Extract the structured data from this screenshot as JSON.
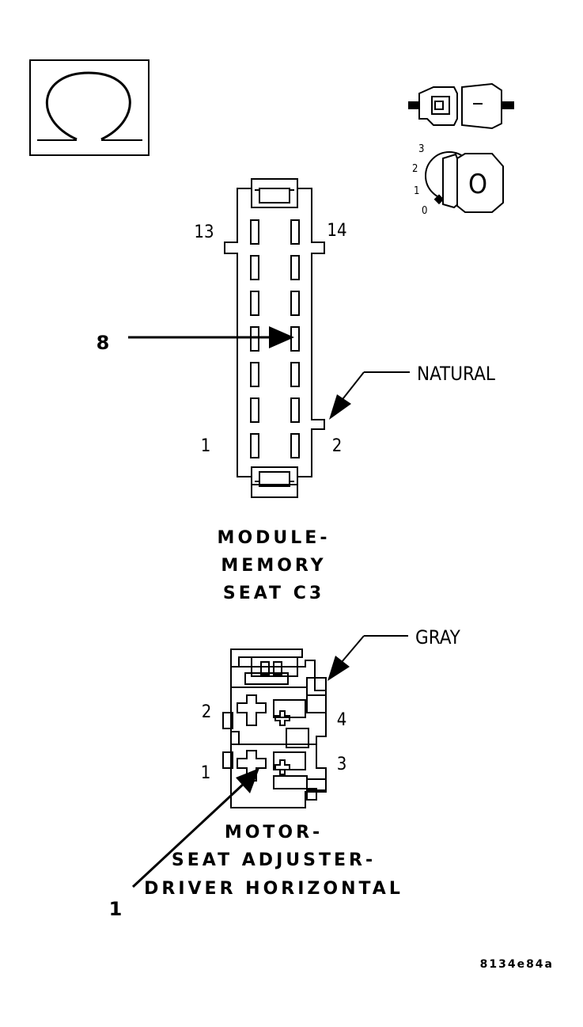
{
  "ohm_icon": {
    "icon": "ohm-icon"
  },
  "ignition_icon": {
    "icon": "ignition-key-switch-icon",
    "positions": [
      "3",
      "2",
      "1",
      "0"
    ],
    "key_label": "O"
  },
  "connector_c3": {
    "pins": {
      "top_left": "13",
      "top_right": "14",
      "bottom_left": "1",
      "bottom_right": "2"
    },
    "callout_pin": "8",
    "color_label": "NATURAL",
    "title_lines": [
      "MODULE-",
      "MEMORY",
      "SEAT C3"
    ]
  },
  "connector_motor": {
    "pins": {
      "p2": "2",
      "p4": "4",
      "p1": "1",
      "p3": "3"
    },
    "callout_pin": "1",
    "color_label": "GRAY",
    "title_lines": [
      "MOTOR-",
      "SEAT ADJUSTER-",
      "DRIVER HORIZONTAL"
    ]
  },
  "figure_id": "8134e84a"
}
